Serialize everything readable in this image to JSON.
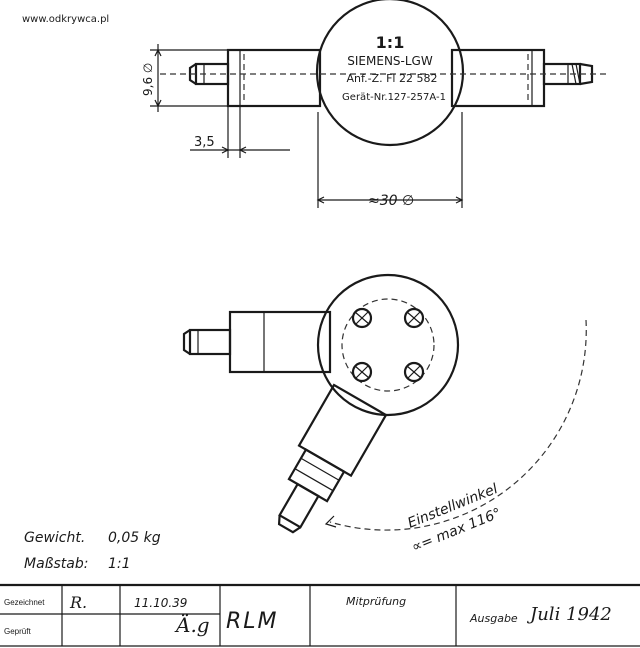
{
  "watermark": "www.odkrywca.pl",
  "part": {
    "scale_label": "1:1",
    "maker": "SIEMENS-LGW",
    "drawing_no": "Anf.-Z. Fl 22 582",
    "device_no": "Gerät-Nr.127-257A-1"
  },
  "dimensions": {
    "shaft_diameter": "9,6 ∅",
    "offset": "3,5",
    "body_diameter": "≈30 ∅"
  },
  "adjustment": {
    "label": "Einstellwinkel",
    "value": "∝= max 116°"
  },
  "specs": {
    "weight_label": "Gewicht.",
    "weight_value": "0,05 kg",
    "scale_label": "Maßstab:",
    "scale_value": "1:1"
  },
  "title_block": {
    "drawn_label": "Gezeichnet",
    "drawn_initials": "R.",
    "drawn_date": "11.10.39",
    "checked_label": "Geprüft",
    "signature": "Ä.g",
    "org": "RLM",
    "cocheck_label": "Mitprüfung",
    "issue_label": "Ausgabe",
    "issue_value": "Juli 1942"
  }
}
